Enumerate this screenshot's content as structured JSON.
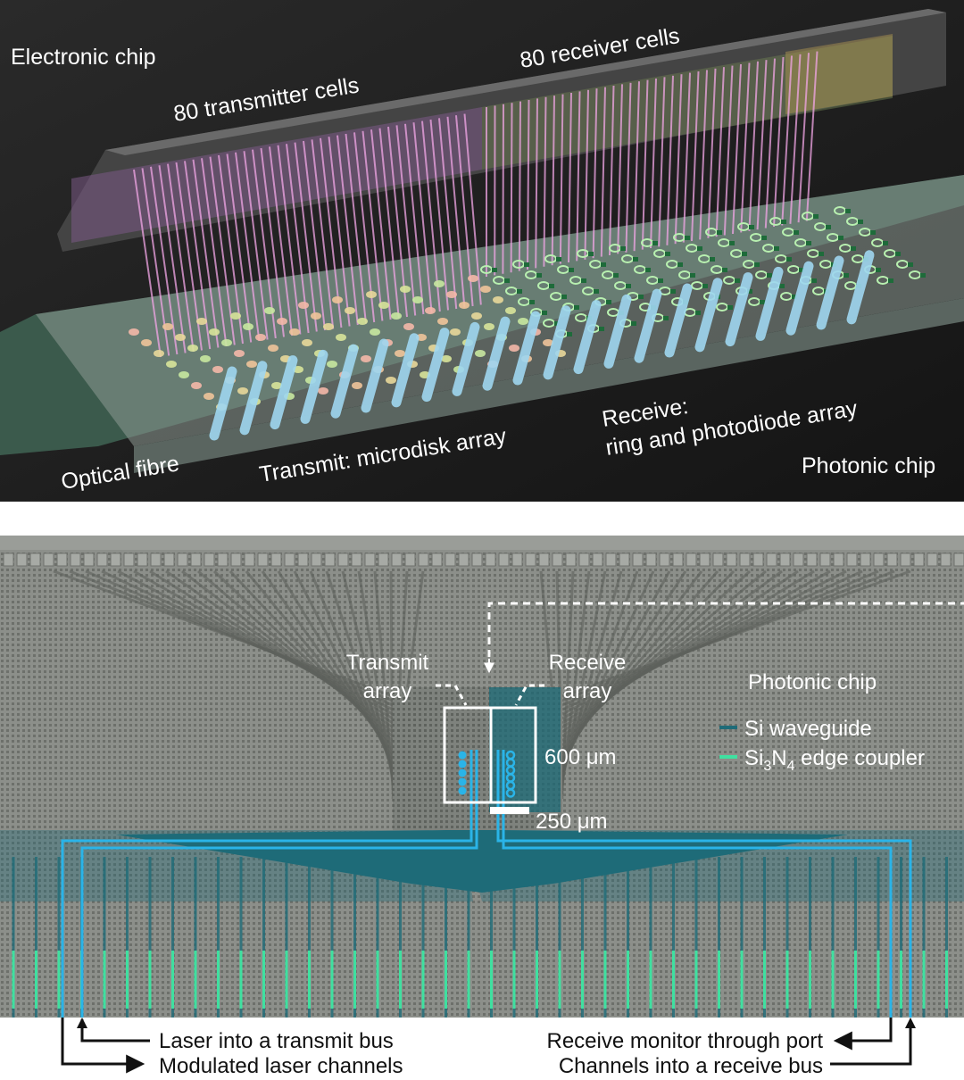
{
  "panel_a": {
    "labels": {
      "electronic_chip": "Electronic chip",
      "transmitter_cells": "80 transmitter cells",
      "receiver_cells": "80 receiver cells",
      "optical_fibre": "Optical fibre",
      "transmit_array": "Transmit: microdisk array",
      "receive_line1": "Receive:",
      "receive_line2": "ring and photodiode array",
      "photonic_chip": "Photonic chip"
    },
    "colors": {
      "background": "#1f1f1f",
      "transmit_glow": "#f2a6e6",
      "fibre": "#9fd6f0",
      "receiver_ring": "#b8f0b0"
    }
  },
  "panel_b": {
    "labels": {
      "transmit_l1": "Transmit",
      "transmit_l2": "array",
      "receive_l1": "Receive",
      "receive_l2": "array",
      "photonic_chip": "Photonic chip",
      "legend_si": "Si waveguide",
      "legend_sin_prefix": "Si",
      "legend_sin_sub1": "3",
      "legend_sin_mid": "N",
      "legend_sin_sub2": "4",
      "legend_sin_suffix": " edge coupler",
      "dim_height": "600 μm",
      "dim_width": "250 μm"
    },
    "colors": {
      "si_waveguide": "#1e6b78",
      "sin_edge_coupler": "#3fe0a0",
      "bus": "#2ab4e8"
    }
  },
  "callouts": {
    "laser_into_transmit_bus": "Laser into a transmit bus",
    "modulated_laser_channels": "Modulated laser channels",
    "receive_monitor_through_port": "Receive monitor through port",
    "channels_into_receive_bus": "Channels into a receive bus"
  }
}
